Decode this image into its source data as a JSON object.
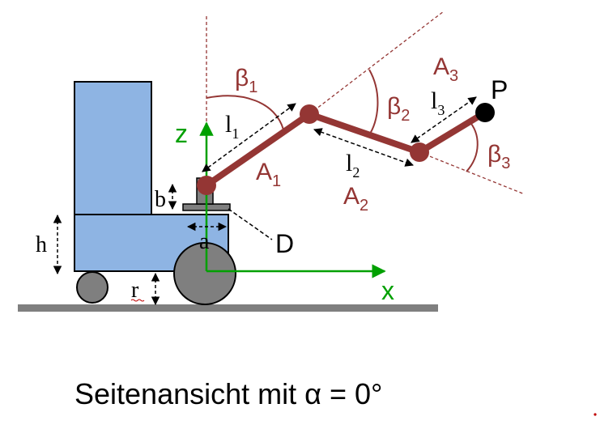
{
  "colors": {
    "arm": "#943634",
    "vehicle_fill": "#8eb4e3",
    "vehicle_stroke": "#000000",
    "wheel": "#7f7f7f",
    "ground": "#7f7f7f",
    "axis_green": "#00a000",
    "joint_dark": "#000000",
    "red_dot": "#c00000"
  },
  "labels": {
    "z": "z",
    "x": "x",
    "l1": "l",
    "l1_sub": "1",
    "l2": "l",
    "l2_sub": "2",
    "l3": "l",
    "l3_sub": "3",
    "A1": "A",
    "A1_sub": "1",
    "A2": "A",
    "A2_sub": "2",
    "A3": "A",
    "A3_sub": "3",
    "beta1": "β",
    "beta1_sub": "1",
    "beta2": "β",
    "beta2_sub": "2",
    "beta3": "β",
    "beta3_sub": "3",
    "P": "P",
    "D": "D",
    "a": "a",
    "b": "b",
    "h": "h",
    "r": "r"
  },
  "caption": "Seitenansicht mit α = 0°"
}
